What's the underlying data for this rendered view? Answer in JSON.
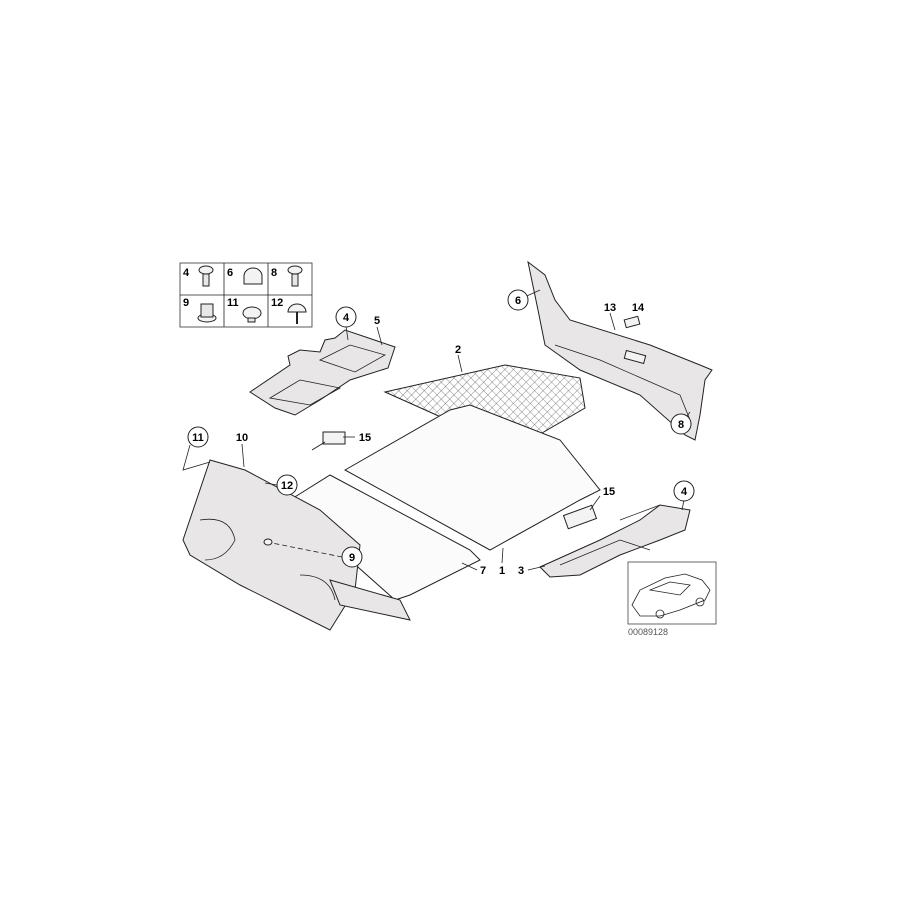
{
  "diagram_id": "00089128",
  "legend_grid": [
    {
      "num": "4",
      "icon": "clip-rivet-icon"
    },
    {
      "num": "6",
      "icon": "cap-nut-icon"
    },
    {
      "num": "8",
      "icon": "clip-rivet-icon"
    },
    {
      "num": "9",
      "icon": "expanding-nut-icon"
    },
    {
      "num": "11",
      "icon": "screw-collar-icon"
    },
    {
      "num": "12",
      "icon": "mushroom-screw-icon"
    }
  ],
  "callouts": {
    "c1": "1",
    "c2": "2",
    "c3": "3",
    "c4a": "4",
    "c4b": "4",
    "c5": "5",
    "c6": "6",
    "c7": "7",
    "c8": "8",
    "c9": "9",
    "c10": "10",
    "c11": "11",
    "c12": "12",
    "c13": "13",
    "c14": "14",
    "c15a": "15",
    "c15b": "15"
  }
}
